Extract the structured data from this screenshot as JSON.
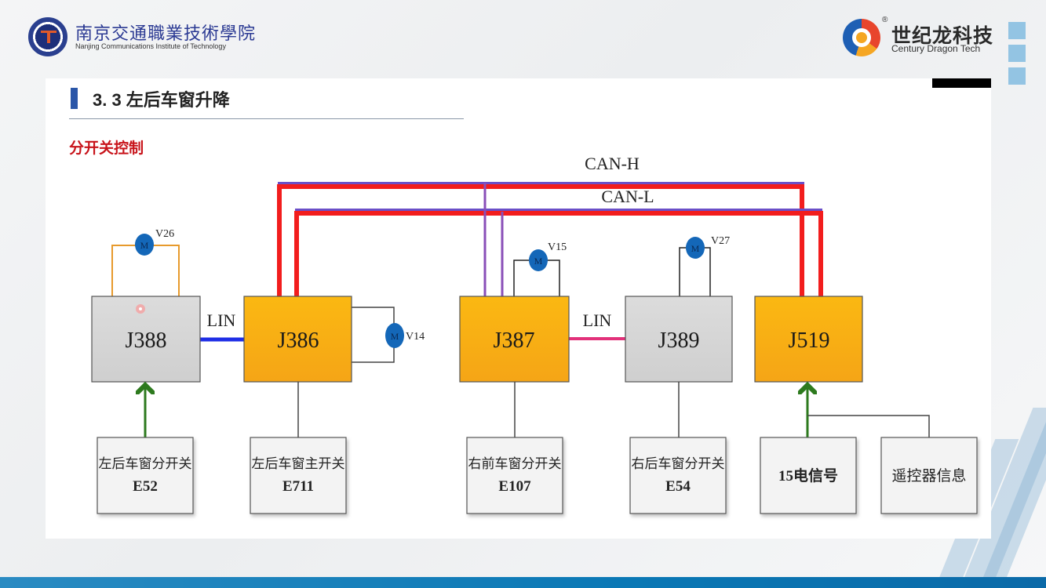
{
  "header": {
    "school_name_cn": "南京交通職業技術學院",
    "school_name_en": "Nanjing Communications Institute of Technology",
    "brand_registered": "®",
    "brand_name_cn": "世纪龙科技",
    "brand_name_en": "Century Dragon Tech"
  },
  "slide": {
    "title": "3. 3 左后车窗升降",
    "subtitle": "分开关控制"
  },
  "diagram": {
    "bus_labels": {
      "can_h": "CAN-H",
      "can_l": "CAN-L",
      "lin_left": "LIN",
      "lin_right": "LIN"
    },
    "modules": [
      {
        "id": "J388",
        "label": "J388",
        "color": "gray"
      },
      {
        "id": "J386",
        "label": "J386",
        "color": "orange"
      },
      {
        "id": "J387",
        "label": "J387",
        "color": "orange"
      },
      {
        "id": "J389",
        "label": "J389",
        "color": "gray"
      },
      {
        "id": "J519",
        "label": "J519",
        "color": "orange"
      }
    ],
    "motors": [
      {
        "id": "V26",
        "symbol": "M",
        "label": "V26"
      },
      {
        "id": "V14",
        "symbol": "M",
        "label": "V14"
      },
      {
        "id": "V15",
        "symbol": "M",
        "label": "V15"
      },
      {
        "id": "V27",
        "symbol": "M",
        "label": "V27"
      }
    ],
    "inputs": [
      {
        "name": "左后车窗分开关",
        "code": "E52"
      },
      {
        "name": "左后车窗主开关",
        "code": "E711"
      },
      {
        "name": "右前车窗分开关",
        "code": "E107"
      },
      {
        "name": "右后车窗分开关",
        "code": "E54"
      },
      {
        "name": "15电信号",
        "code": ""
      },
      {
        "name": "遥控器信息",
        "code": ""
      }
    ],
    "colors": {
      "module_orange": "#fbb616",
      "module_gray": "#d4d4d4",
      "can_red": "#f21d1d",
      "can_purple": "#8a4fb8",
      "lin_blue": "#1f2ee6",
      "lin_pink": "#e2317a",
      "motor_blue": "#1467b8",
      "arrow_green": "#2d7a1e",
      "v26_wire": "#e79a2c"
    }
  }
}
